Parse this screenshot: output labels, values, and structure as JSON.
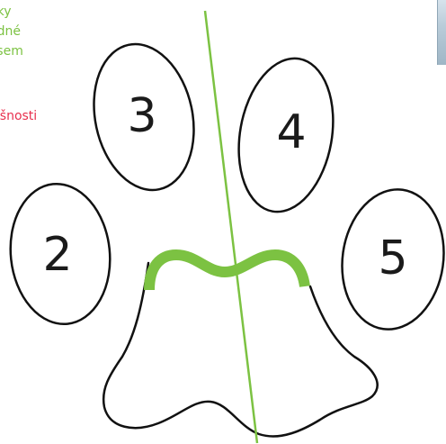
{
  "legend": {
    "green_lines": [
      "aky",
      "odné",
      "ysem"
    ],
    "red_lines": [
      "lišnosti"
    ]
  },
  "pads": [
    {
      "id": "pad-2",
      "number": "2"
    },
    {
      "id": "pad-3",
      "number": "3"
    },
    {
      "id": "pad-4",
      "number": "4"
    },
    {
      "id": "pad-5",
      "number": "5"
    }
  ],
  "colors": {
    "accent_green": "#7cc242",
    "accent_red": "#e8304e",
    "outline": "#111111"
  }
}
